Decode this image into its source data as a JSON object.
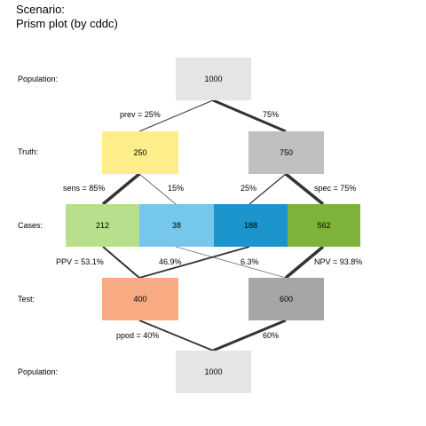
{
  "title": {
    "line1": "Scenario:",
    "line2": "Prism plot (by cddc)"
  },
  "row_labels": {
    "population_top": "Population:",
    "truth": "Truth:",
    "cases": "Cases:",
    "test": "Test:",
    "population_bottom": "Population:"
  },
  "nodes": {
    "population_top": {
      "value": "1000",
      "color": "#e5e5e5"
    },
    "truth_true": {
      "value": "250",
      "color": "#fdee8a"
    },
    "truth_false": {
      "value": "750",
      "color": "#c0c0c0"
    },
    "cases_hi": {
      "value": "212",
      "color": "#b8df8c"
    },
    "cases_mi": {
      "value": "38",
      "color": "#76c7ec"
    },
    "cases_fa": {
      "value": "188",
      "color": "#1b95cb"
    },
    "cases_cr": {
      "value": "562",
      "color": "#7db33a"
    },
    "test_pos": {
      "value": "400",
      "color": "#f8ab82"
    },
    "test_neg": {
      "value": "600",
      "color": "#a6a6a6"
    },
    "population_bottom": {
      "value": "1000",
      "color": "#e5e5e5"
    }
  },
  "edge_labels": {
    "prev": "prev = 25%",
    "not_prev": "75%",
    "sens": "sens = 85%",
    "miss": "15%",
    "fa_rate": "25%",
    "spec": "spec = 75%",
    "ppv": "PPV = 53.1%",
    "fdr": "46.9%",
    "for": "6.3%",
    "npv": "NPV = 93.8%",
    "ppod": "ppod = 40%",
    "not_ppod": "60%"
  },
  "link_color": "#333333"
}
